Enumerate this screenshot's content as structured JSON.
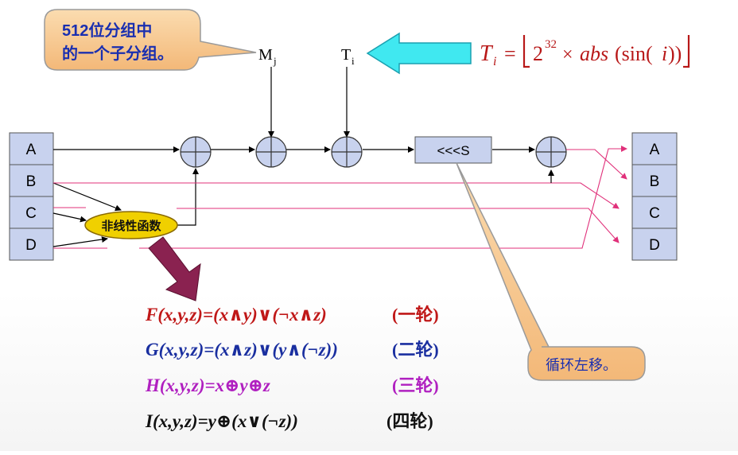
{
  "callout_top": {
    "line1": "512位分组中",
    "line2": "的一个子分组。"
  },
  "labels": {
    "m": "M",
    "m_sub": "j",
    "t": "T",
    "t_sub": "i"
  },
  "t_formula": {
    "lhs": "T",
    "lhs_sub": "i",
    "eq": "=",
    "base": "2",
    "exp": "32",
    "times": "×",
    "abs": "abs",
    "sin": "(sin(",
    "i": "i",
    "close": "))"
  },
  "registers_left": [
    "A",
    "B",
    "C",
    "D"
  ],
  "registers_right": [
    "A",
    "B",
    "C",
    "D"
  ],
  "nonlinear_label": "非线性函数",
  "shift_label": "<<<S",
  "rotate_callout": "循环左移。",
  "formulas": [
    {
      "name": "F",
      "expr": "F(x,y,z)=(x∧y)∨(¬x∧z)",
      "round": "(一轮)",
      "color": "#c01818"
    },
    {
      "name": "G",
      "expr": "G(x,y,z)=(x∧z)∨(y∧(¬z))",
      "round": "(二轮)",
      "color": "#1a2fa0"
    },
    {
      "name": "H",
      "expr": "H(x,y,z)=x⊕y⊕z",
      "round": "(三轮)",
      "color": "#b020c0"
    },
    {
      "name": "I",
      "expr": "I(x,y,z)=y⊕(x∨(¬z))",
      "round": "(四轮)",
      "color": "#111111"
    }
  ],
  "colors": {
    "register_fill": "#c8d2ee",
    "adder_fill": "#c8d2ee",
    "pink_wire": "#e0307a",
    "callout_fill": "#f8c890",
    "ellipse_fill": "#f0d000",
    "cyan_arrow": "#40e8f0",
    "purple_arrow": "#8a2250",
    "formula_red": "#c01818"
  }
}
